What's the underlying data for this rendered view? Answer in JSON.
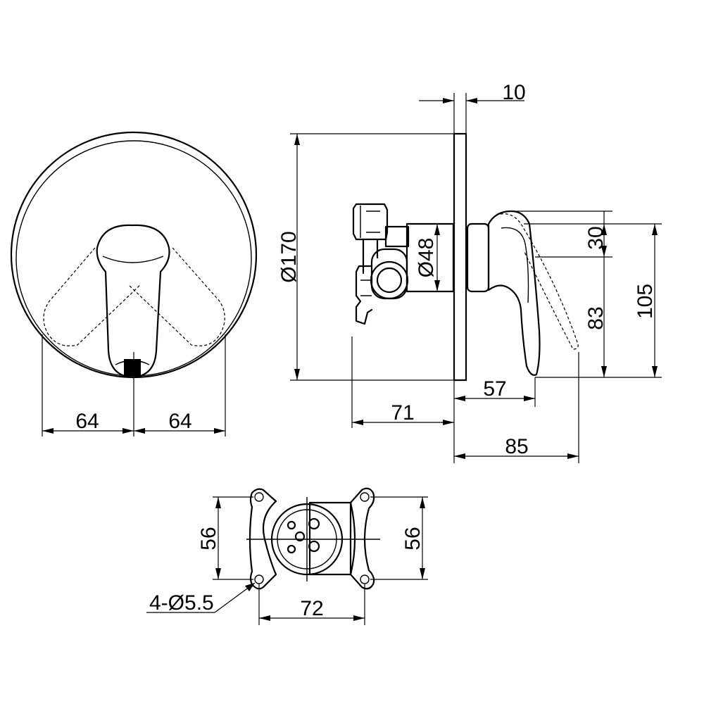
{
  "dimensions": {
    "front_width_left": "64",
    "front_width_right": "64",
    "plate_thickness": "10",
    "plate_diameter": "Ø170",
    "body_diameter": "Ø48",
    "handle_upper": "30",
    "handle_lower": "83",
    "handle_total": "105",
    "handle_projection": "57",
    "body_depth": "71",
    "total_projection": "85",
    "bracket_height_left": "56",
    "bracket_height_right": "56",
    "bracket_hole_spacing": "72",
    "mounting_holes": "4-Ø5.5"
  }
}
